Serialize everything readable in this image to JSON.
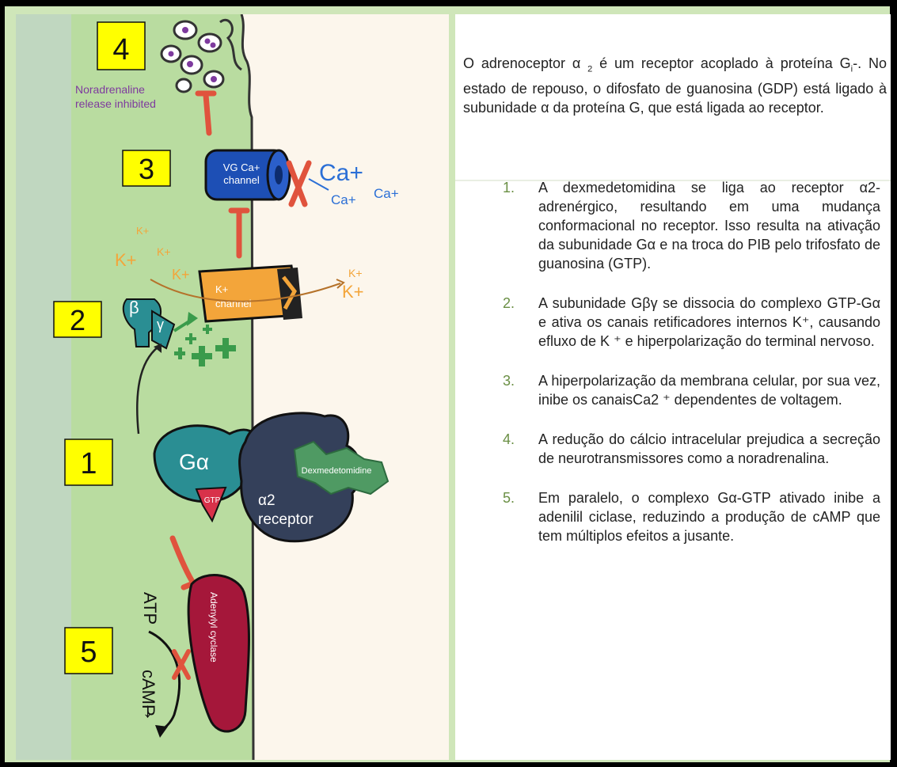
{
  "diagram": {
    "step_labels": [
      "4",
      "3",
      "2",
      "1",
      "5"
    ],
    "noradrenaline_line1": "Noradrenaline",
    "noradrenaline_line2": "release inhibited",
    "vg_channel_line1": "VG Ca+",
    "vg_channel_line2": "channel",
    "ca_big": "Ca+",
    "ca_small_1": "Ca+",
    "ca_small_2": "Ca+",
    "k_channel_line1": "K+",
    "k_channel_line2": "channel",
    "k_ion": "K+",
    "beta": "β",
    "gamma": "γ",
    "g_alpha": "Gα",
    "gtp": "GTP",
    "receptor_line1": "α2",
    "receptor_line2": "receptor",
    "dexmedetomidine": "Dexmedetomidine",
    "adenylyl_cyclase": "Adenylyl cyclase",
    "atp": "ATP",
    "camp": "cAMP",
    "camp_arrow": "↓",
    "colors": {
      "membrane_green": "#b9dca0",
      "highlight_yellow": "#ffff00",
      "g_alpha_teal": "#2a8e93",
      "receptor_navy": "#34405a",
      "drug_green": "#4f9a63",
      "vg_channel_blue": "#1d4fb5",
      "k_channel_orange": "#f3a53a",
      "inhibit_red": "#e0533d",
      "cyclase_crimson": "#a5173a",
      "noradrenaline_purple": "#7e3a9e"
    }
  },
  "text": {
    "intro_a": "O adrenoceptor α ",
    "intro_sub": "2",
    "intro_b": " é um receptor acoplado à proteína G",
    "intro_sub2": "i",
    "intro_c": "-. No estado de repouso, o ",
    "intro_hl": "difosfato de guanosina",
    "intro_d": " (GDP) está ligado à subunidade α da proteína G, que está ligada ao receptor.",
    "steps": [
      {
        "num": "1.",
        "text": "A dexmedetomidina se liga ao receptor α2-adrenérgico, resultando em uma mudança conformacional no receptor. Isso resulta na ativação da subunidade Gα e na troca do PIB pelo trifosfato de guanosina (GTP)."
      },
      {
        "num": "2.",
        "text": "A subunidade Gβγ se dissocia do complexo GTP-Gα e ativa os canais retificadores internos K⁺, causando efluxo de K ⁺ e hiperpolarização do terminal nervoso."
      },
      {
        "num": "3.",
        "text": "A hiperpolarização da membrana celular, por sua vez, inibe os canaisCa2 ⁺ dependentes de voltagem."
      },
      {
        "num": "4.",
        "text": "A redução do cálcio intracelular prejudica a secreção de neurotransmissores como a noradrenalina."
      },
      {
        "num": "5.",
        "text": "Em paralelo, o complexo Gα-GTP ativado inibe a adenilil ciclase, reduzindo a produção de cAMP que tem múltiplos efeitos a jusante."
      }
    ]
  }
}
